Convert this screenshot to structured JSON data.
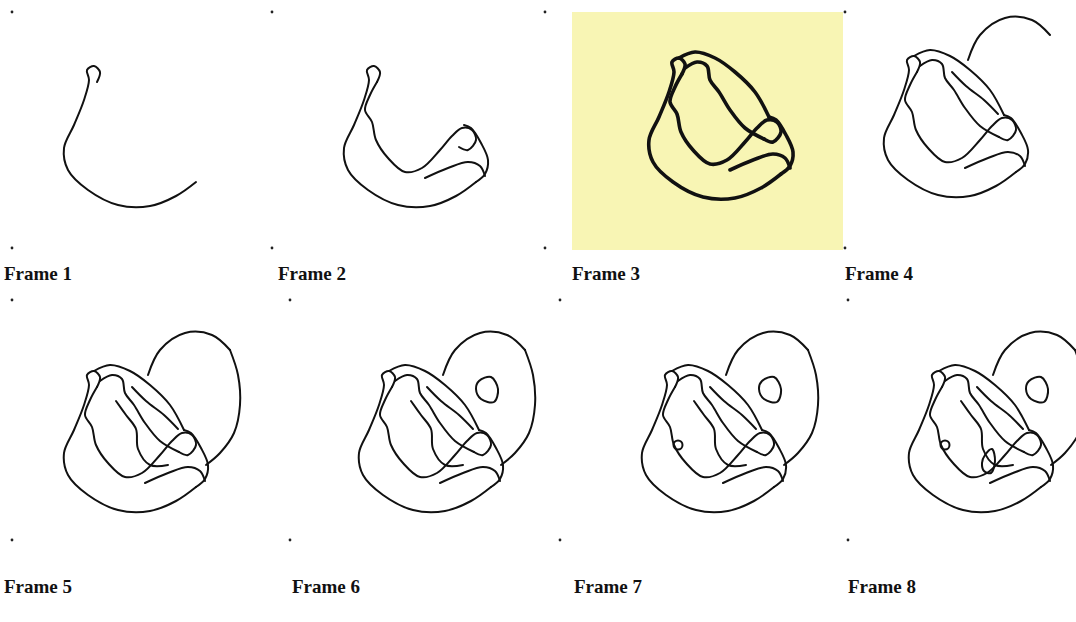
{
  "diagram": {
    "labels": [
      "Frame 1",
      "Frame 2",
      "Frame 3",
      "Frame 4",
      "Frame 5",
      "Frame 6",
      "Frame 7",
      "Frame 8"
    ]
  }
}
